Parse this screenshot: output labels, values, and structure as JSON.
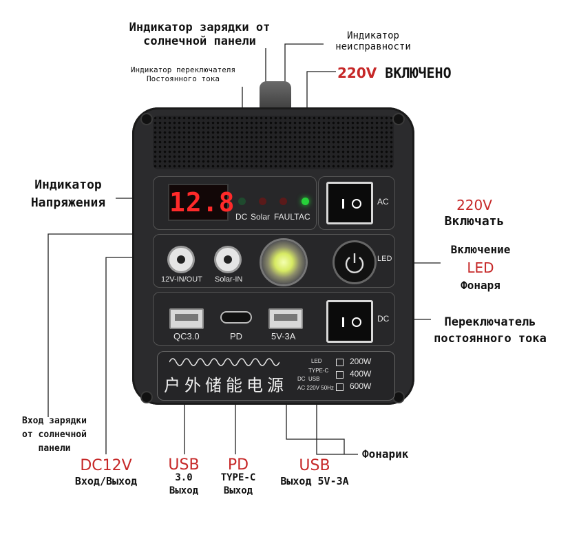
{
  "labels": {
    "solar_indicator": [
      "Индикатор зарядки от",
      "солнечной панели"
    ],
    "fault_indicator": [
      "Индикатор",
      "неисправности"
    ],
    "dc_switch_indicator": [
      "Индикатор переключателя",
      "Постоянного тока"
    ],
    "ac_on": {
      "red": "220V",
      "black": "ВКЛЮЧЕНО"
    },
    "voltage_indicator": [
      "Индикатор",
      "Напряжения"
    ],
    "ac_switch": {
      "red": "220V",
      "black": "Включать"
    },
    "led_on": {
      "line1": "Включение",
      "red": "LED",
      "line3": "Фонаря"
    },
    "dc_switch": [
      "Переключатель",
      "постоянного тока"
    ],
    "solar_input": [
      "Вход зарядки",
      "от солнечной",
      "панели"
    ],
    "flashlight": "Фонарик",
    "dc12v": {
      "red": "DC12V",
      "black": "Вход/Выход"
    },
    "usb30": {
      "red": "USB",
      "line2": "3.0",
      "line3": "Выход"
    },
    "pd": {
      "red": "PD",
      "line2": "TYPE-C",
      "line3": "Выход"
    },
    "usb5v": {
      "red": "USB",
      "black": "Выход 5V-3A"
    }
  },
  "device": {
    "display_value": "12.8",
    "indicators": [
      "DC",
      "Solar",
      "FAULT",
      "AC"
    ],
    "indicator_colors": [
      "#1f4a2e",
      "#5a1a1a",
      "#5a1a1a",
      "#27d13a"
    ],
    "ac_label": "AC",
    "dc_label": "DC",
    "led_label": "LED",
    "port_12v": "12V-IN/OUT",
    "port_solar": "Solar-IN",
    "port_qc": "QC3.0",
    "port_pd": "PD",
    "port_usb": "5V-3A",
    "chinese_title": "户外储能电源",
    "spec_icons": [
      "LED",
      "TYPE-C",
      "USB",
      "DC",
      "AC 220V 50Hz"
    ],
    "power_options": [
      "200W",
      "400W",
      "600W"
    ]
  },
  "colors": {
    "accent_red": "#c62828",
    "body": "#2b2b2d",
    "line": "#1a1a1a"
  }
}
